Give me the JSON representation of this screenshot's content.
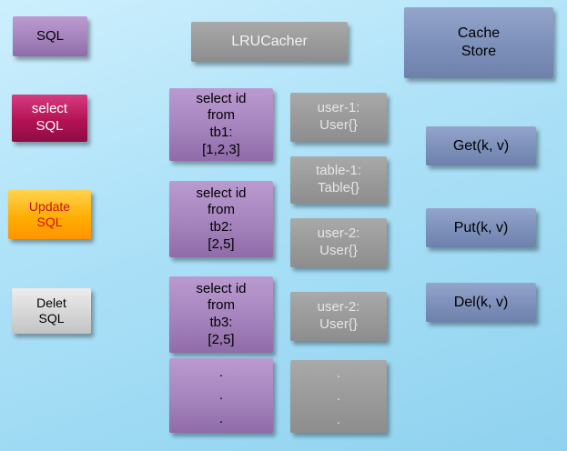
{
  "colors": {
    "background_top": "#cdeffd",
    "background_bottom": "#8fd2ef",
    "purple_box": "#a583bd",
    "magenta_box": "#b31355",
    "orange_box": "#ffab00",
    "orange_text": "#cc1111",
    "light_gray_box": "#d4d4d4",
    "gray_box": "#989898",
    "blue_gray_box": "#7d90ba"
  },
  "sql_nodes": {
    "sql": {
      "label": "SQL"
    },
    "select_sql": {
      "lines": [
        "select",
        "SQL"
      ]
    },
    "update_sql": {
      "lines": [
        "Update",
        "SQL"
      ]
    },
    "delete_sql": {
      "lines": [
        "Delet",
        "SQL"
      ]
    }
  },
  "cacher": {
    "label": "LRUCacher"
  },
  "store": {
    "lines": [
      "Cache",
      "Store"
    ]
  },
  "queries": [
    {
      "lines": [
        "select id",
        "from",
        "tb1:",
        "[1,2,3]"
      ]
    },
    {
      "lines": [
        "select id",
        "from",
        "tb2:",
        "[2,5]"
      ]
    },
    {
      "lines": [
        "select id",
        "from",
        "tb3:",
        "[2,5]"
      ]
    },
    {
      "lines": [
        ".",
        ".",
        "."
      ]
    }
  ],
  "cache_entries": [
    {
      "lines": [
        "user-1:",
        "User{}"
      ]
    },
    {
      "lines": [
        "table-1:",
        "Table{}"
      ]
    },
    {
      "lines": [
        "user-2:",
        "User{}"
      ]
    },
    {
      "lines": [
        "user-2:",
        "User{}"
      ]
    },
    {
      "lines": [
        ".",
        ".",
        "."
      ]
    }
  ],
  "operations": [
    {
      "label": "Get(k, v)"
    },
    {
      "label": "Put(k, v)"
    },
    {
      "label": "Del(k, v)"
    }
  ]
}
